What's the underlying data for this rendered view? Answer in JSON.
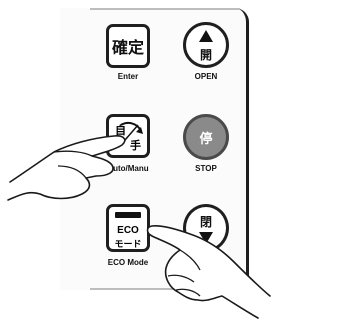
{
  "buttons": {
    "enter": {
      "label": "確定",
      "caption": "Enter"
    },
    "open": {
      "label": "開",
      "caption": "OPEN"
    },
    "auto_manu": {
      "label_top": "自",
      "label_bottom": "手",
      "caption": "Auto/Manu"
    },
    "stop": {
      "label": "停",
      "caption": "STOP"
    },
    "eco": {
      "label_line1": "ECO",
      "label_line2": "モード",
      "caption": "ECO Mode"
    },
    "close": {
      "label": "閉"
    }
  },
  "colors": {
    "outline": "#1f1f1f",
    "stop_fill": "#8a8a8a",
    "panel": "#fbfbfb"
  },
  "icons": [
    "up-triangle-icon",
    "down-triangle-icon",
    "pointing-hand-icon"
  ]
}
